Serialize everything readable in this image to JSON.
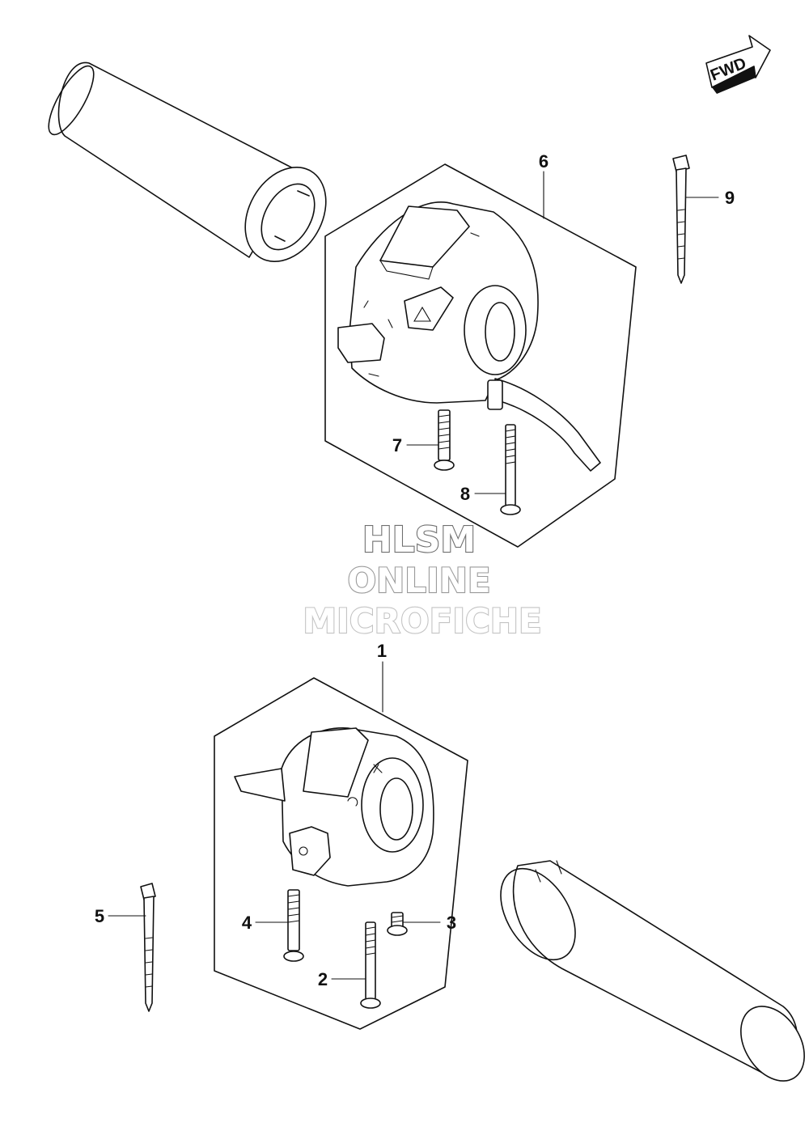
{
  "fwd_label": "FWD",
  "watermark": {
    "line1": "HLSM",
    "line2": "ONLINE",
    "line3": "MICROFICHE",
    "colors": [
      "#6f6f6f",
      "#9a9a9a",
      "#c4c4c4"
    ]
  },
  "callouts": [
    "1",
    "2",
    "3",
    "4",
    "5",
    "6",
    "7",
    "8",
    "9"
  ]
}
